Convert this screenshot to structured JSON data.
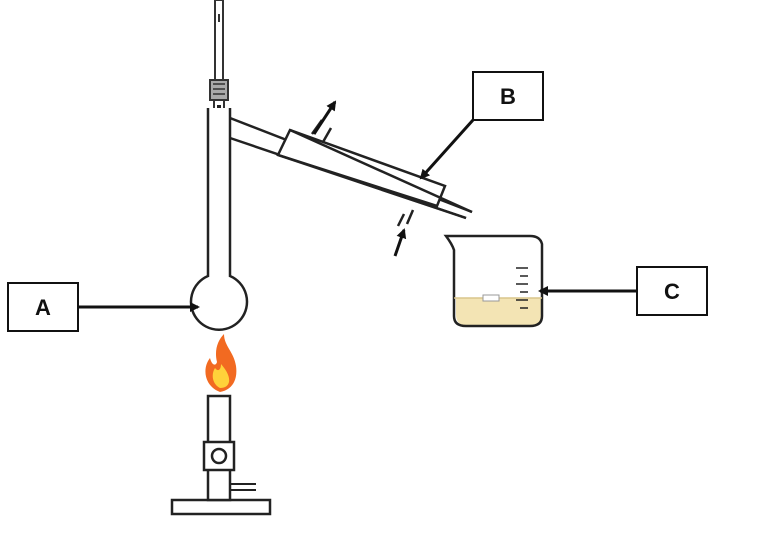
{
  "diagram": {
    "labels": {
      "a": "A",
      "b": "B",
      "c": "C"
    },
    "colors": {
      "line": "#222222",
      "glass_fill": "#ffffff",
      "liquid": "#f3e4b4",
      "flame_outer": "#f26a21",
      "flame_inner": "#ffd23a",
      "burner_metal": "#d9d9d9"
    },
    "icons": [
      "flame-icon",
      "arrow-icon"
    ]
  }
}
